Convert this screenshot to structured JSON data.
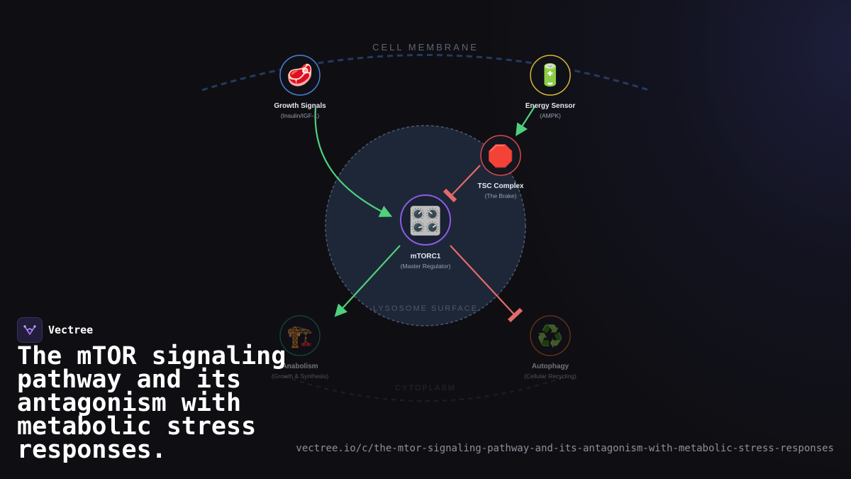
{
  "zones": {
    "membrane": "CELL MEMBRANE",
    "lysosome": "LYSOSOME SURFACE",
    "lower": "CYTOPLASM"
  },
  "nodes": {
    "growth": {
      "icon": "🥩",
      "icon_name": "meat-icon",
      "title": "Growth Signals",
      "subtitle": "(Insulin/IGF-1)",
      "color": "#4a7fd6"
    },
    "energy": {
      "icon": "🔋",
      "icon_name": "battery-icon",
      "title": "Energy Sensor",
      "subtitle": "(AMPK)",
      "color": "#d8b531"
    },
    "tsc": {
      "icon": "🛑",
      "icon_name": "stop-sign-icon",
      "title": "TSC Complex",
      "subtitle": "(The Brake)",
      "color": "#d94848"
    },
    "mtorc1": {
      "icon": "🎛️",
      "icon_name": "control-knobs-icon",
      "title": "mTORC1",
      "subtitle": "(Master Regulator)",
      "color": "#8a5ce6"
    },
    "anabolism": {
      "icon": "🏗️",
      "icon_name": "construction-crane-icon",
      "title": "Anabolism",
      "subtitle": "(Growth & Synthesis)",
      "color": "#1f7a5c"
    },
    "autophagy": {
      "icon": "♻️",
      "icon_name": "recycle-icon",
      "title": "Autophagy",
      "subtitle": "(Cellular Recycling)",
      "color": "#c05a1a"
    }
  },
  "edge_colors": {
    "activate": "#4ed07d",
    "inhibit": "#e46b6b"
  },
  "brand": {
    "name": "Vectree",
    "accent": "#8a5ce6"
  },
  "headline": "The mTOR signaling pathway and its antagonism with metabolic stress responses.",
  "url": "vectree.io/c/the-mtor-signaling-pathway-and-its-antagonism-with-metabolic-stress-responses"
}
